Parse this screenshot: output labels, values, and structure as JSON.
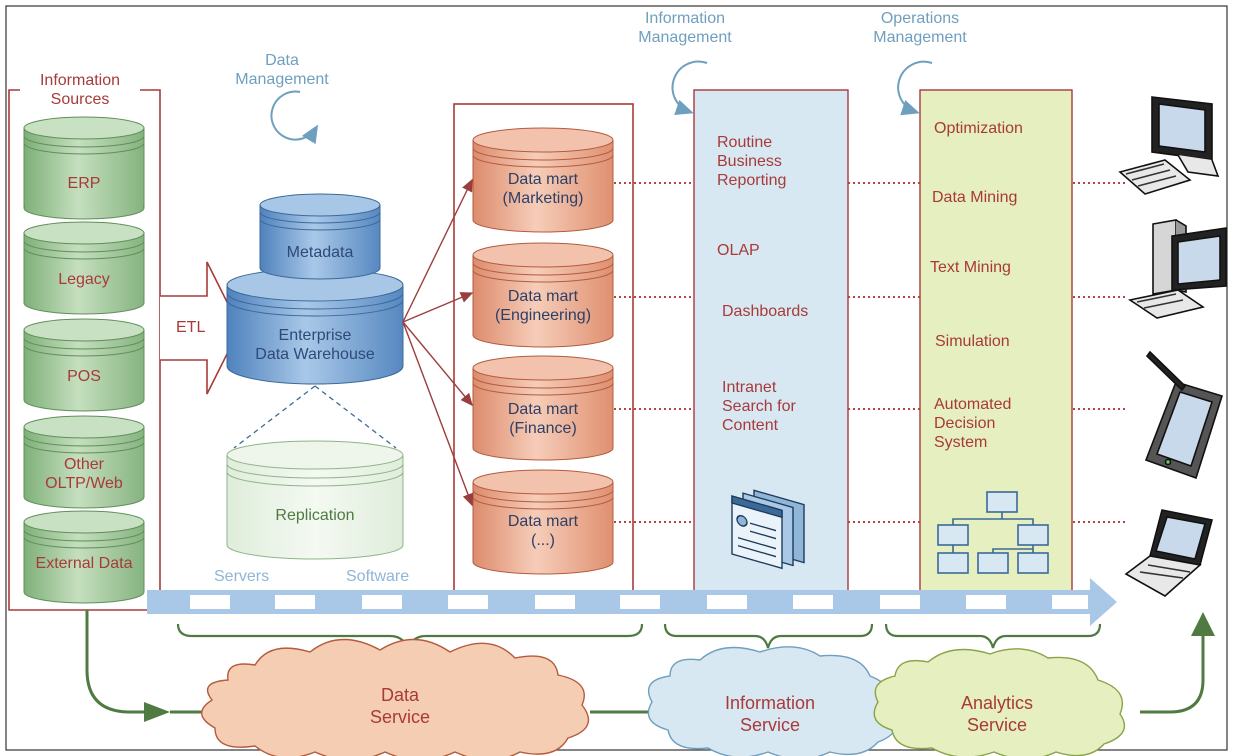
{
  "management": {
    "data": "Data\nManagement",
    "information": "Information\nManagement",
    "operations": "Operations\nManagement"
  },
  "sources": {
    "title": "Information\nSources",
    "items": [
      "ERP",
      "Legacy",
      "POS",
      "Other\nOLTP/Web",
      "External Data"
    ]
  },
  "etl": "ETL",
  "warehouse": {
    "metadata": "Metadata",
    "edw": "Enterprise\nData Warehouse",
    "replication": "Replication"
  },
  "marts": [
    "Data mart\n(Marketing)",
    "Data mart\n(Engineering)",
    "Data mart\n(Finance)",
    "Data mart\n(...)"
  ],
  "information_services": [
    "Routine\nBusiness\nReporting",
    "OLAP",
    "Dashboards",
    "Intranet\nSearch for\nContent"
  ],
  "operations_services": [
    "Optimization",
    "Data Mining",
    "Text Mining",
    "Simulation",
    "Automated\nDecision\nSystem"
  ],
  "bar_labels": {
    "servers": "Servers",
    "software": "Software"
  },
  "services": {
    "data": "Data\nService",
    "information": "Information\nService",
    "analytics": "Analytics\nService"
  },
  "colors": {
    "green_db": "#9cc295",
    "blue_db": "#6f9ccd",
    "orange_db": "#e6a488",
    "info_panel": "#d7e8f2",
    "ops_panel": "#e6efbf",
    "red_text": "#a83a3a",
    "arrow_green": "#4f7a42"
  },
  "icons": [
    "desktop-computer-icon",
    "tower-computer-icon",
    "tablet-pen-icon",
    "laptop-icon",
    "report-pages-icon",
    "hierarchy-chart-icon",
    "cycle-arrow-icon"
  ]
}
